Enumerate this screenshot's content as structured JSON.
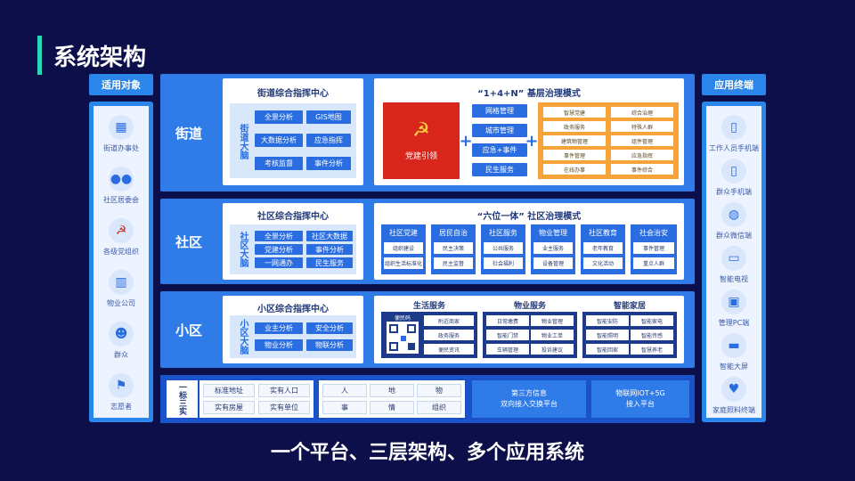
{
  "page": {
    "title": "系统架构",
    "subtitle": "一个平台、三层架构、多个应用系统"
  },
  "left_panel": {
    "header": "适用对象",
    "items": [
      {
        "label": "街道办事处",
        "icon": "office-building-icon"
      },
      {
        "label": "社区居委会",
        "icon": "community-group-icon"
      },
      {
        "label": "各级党组织",
        "icon": "party-emblem-icon"
      },
      {
        "label": "物业公司",
        "icon": "building-icon"
      },
      {
        "label": "群众",
        "icon": "people-icon"
      },
      {
        "label": "志愿者",
        "icon": "flag-icon"
      }
    ]
  },
  "right_panel": {
    "header": "应用终端",
    "items": [
      {
        "label": "工作人员手机端",
        "icon": "staff-phone-icon"
      },
      {
        "label": "群众手机端",
        "icon": "citizen-phone-icon"
      },
      {
        "label": "群众微信端",
        "icon": "wechat-icon"
      },
      {
        "label": "智能电视",
        "icon": "tv-icon"
      },
      {
        "label": "管理PC端",
        "icon": "pc-icon"
      },
      {
        "label": "智能大屏",
        "icon": "big-screen-icon"
      },
      {
        "label": "家庭照料终端",
        "icon": "family-care-icon"
      }
    ]
  },
  "tiers": {
    "street": {
      "name": "街道",
      "center_title": "街道综合指挥中心",
      "brain": "街道大脑",
      "buttons": [
        "全景分析",
        "GIS地图",
        "大数据分析",
        "应急指挥",
        "考核监督",
        "事件分析"
      ],
      "mode_title": "“1+4+N” 基层治理模式",
      "party": "党建引领",
      "four": [
        "网格管理",
        "城市管理",
        "应急+事件",
        "民生服务"
      ],
      "n_items": [
        "智慧党建",
        "综合治理",
        "政务服务",
        "特殊人群",
        "建筑物管理",
        "组件管理",
        "事件管理",
        "应急指挥",
        "在线办事",
        "事件综合"
      ]
    },
    "community": {
      "name": "社区",
      "center_title": "社区综合指挥中心",
      "brain": "社区大脑",
      "buttons": [
        "全景分析",
        "社区大数据",
        "党建分析",
        "事件分析",
        "一网通办",
        "民生服务"
      ],
      "mode_title": "“六位一体” 社区治理模式",
      "groups": [
        {
          "head": "社区党建",
          "items": [
            "组织建设",
            "组织生活标准化"
          ]
        },
        {
          "head": "居民自治",
          "items": [
            "民主决策",
            "民主监督"
          ]
        },
        {
          "head": "社区服务",
          "items": [
            "公共服务",
            "社会福利"
          ]
        },
        {
          "head": "物业管理",
          "items": [
            "业主服务",
            "设备管理"
          ]
        },
        {
          "head": "社区教育",
          "items": [
            "老年教育",
            "文化活动"
          ]
        },
        {
          "head": "社会治安",
          "items": [
            "事件管理",
            "重点人群"
          ]
        }
      ]
    },
    "residential": {
      "name": "小区",
      "center_title": "小区综合指挥中心",
      "brain": "小区大脑",
      "buttons": [
        "业主分析",
        "安全分析",
        "物业分析",
        "物联分析"
      ],
      "sections": [
        {
          "head": "生活服务",
          "qr_label": "便民码",
          "items": [
            "附近商家",
            "政务服务",
            "便民资讯"
          ]
        },
        {
          "head": "物业服务",
          "items": [
            "日常缴费",
            "物业管理",
            "智能门禁",
            "物业工单",
            "车辆管理",
            "投诉建议"
          ]
        },
        {
          "head": "智能家居",
          "items": [
            "智能安防",
            "智能家电",
            "智能照明",
            "智能传感",
            "智能回家",
            "智慧养老"
          ]
        }
      ]
    },
    "base": {
      "name": "一标三实",
      "standard": [
        "标准地址",
        "实有人口",
        "实有房屋",
        "实有单位"
      ],
      "elements": [
        "人",
        "地",
        "物",
        "事",
        "情",
        "组织"
      ],
      "platform1": [
        "第三方信息",
        "双向接入交换平台"
      ],
      "platform2": [
        "物联网IOT+5G",
        "接入平台"
      ]
    }
  },
  "colors": {
    "background": "#0c0f4a",
    "accent_bar": "#27d6b4",
    "tier_blue": "#2f7be8",
    "party_red": "#d9261c",
    "n_orange": "#f6a33a"
  }
}
